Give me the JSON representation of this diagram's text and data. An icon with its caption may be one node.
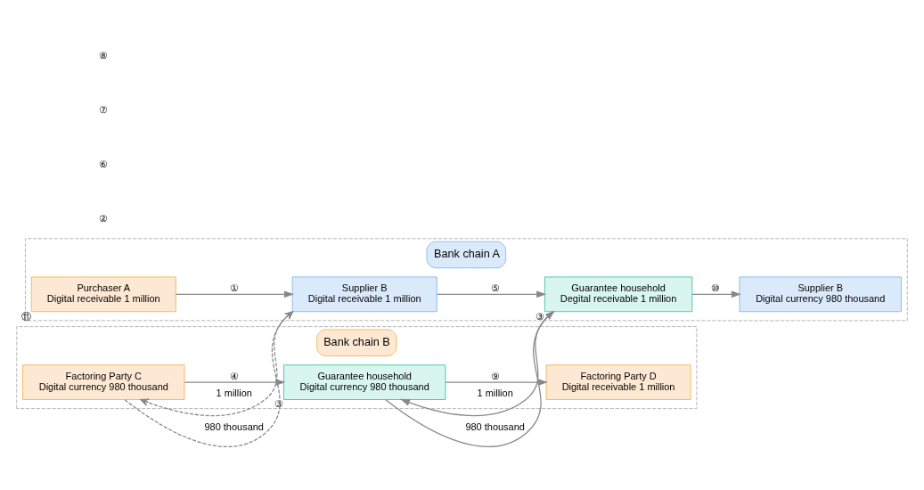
{
  "diagram": {
    "nodes": [
      {
        "text": [
          "Bank chain A"
        ]
      },
      {
        "text": [
          "Purchaser A",
          "Digital receivable 1 million"
        ],
        "beside": [
          "⑪"
        ],
        "in": 0
      },
      {
        "text": [
          "Supplier B",
          "Digital receivable 1 million"
        ],
        "in": 0
      },
      {
        "text": [
          "Guarantee household",
          "Degital receivable 1 million"
        ],
        "beside": [
          "③"
        ],
        "in": 0
      },
      {
        "text": [
          "Supplier B",
          "Digital currency 980 thousand"
        ],
        "in": 0
      },
      {
        "text": [
          "Bank chain B"
        ]
      },
      {
        "text": [
          "Factoring Party C",
          "Digital currency 980 thousand"
        ],
        "in": 5
      },
      {
        "text": [
          "Guarantee household",
          "Digital currency 980 thousand"
        ],
        "beside": [
          "③"
        ],
        "in": 5
      },
      {
        "text": [
          "Factoring Party D",
          "Digital receivable 1 million"
        ],
        "in": 5
      }
    ],
    "edges": [
      {
        "from": 1,
        "to": 2,
        "arrow": "to",
        "label": "①"
      },
      {
        "from": 2,
        "to": 3,
        "arrow": "to",
        "label": "⑤"
      },
      {
        "from": 3,
        "to": 4,
        "arrow": "to",
        "label": "⑩"
      },
      {
        "from": 6,
        "to": 7,
        "arrow": "to",
        "label": "④"
      },
      {
        "from": 7,
        "to": 8,
        "arrow": "to",
        "label": "⑨"
      },
      {
        "from": 2,
        "to": 6,
        "arrow": "to",
        "label": "1 million",
        "style": "dashed"
      },
      {
        "from": 6,
        "to": 2,
        "arrow": "to",
        "label": "980 thousand",
        "style": "dashed"
      },
      {
        "from": 3,
        "to": 7,
        "arrow": "to",
        "label": "1 million"
      },
      {
        "from": 7,
        "to": 3,
        "arrow": "to",
        "label": "980 thousand"
      }
    ],
    "labels": [
      "②",
      "⑥",
      "⑦",
      "⑧"
    ]
  }
}
